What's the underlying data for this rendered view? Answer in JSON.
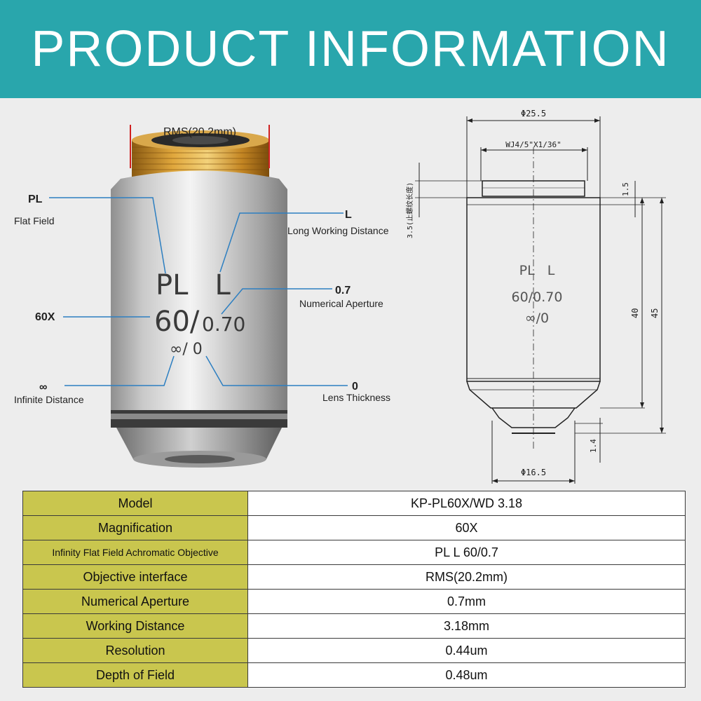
{
  "banner": {
    "title": "PRODUCT INFORMATION",
    "background": "#29a6ac"
  },
  "lens": {
    "rms_label": "RMS(20.2mm)",
    "engraving": {
      "line1": "PL   L",
      "mag": "60/",
      "na": "0.70",
      "line3": "∞/ 0"
    },
    "callouts": [
      {
        "title": "PL",
        "subtitle": "Flat Field"
      },
      {
        "title": "L",
        "subtitle": "Long Working Distance"
      },
      {
        "title": "0.7",
        "subtitle": "Numerical Aperture"
      },
      {
        "title": "60X",
        "subtitle": ""
      },
      {
        "title": "∞",
        "subtitle": "Infinite Distance"
      },
      {
        "title": "0",
        "subtitle": "Lens Thickness"
      }
    ]
  },
  "drawing": {
    "diameter_top": "Φ25.5",
    "thread": "WJ4/5\"X1/36\"",
    "side_note": "3.5(止螺纹长度)",
    "dim_1_5": "1.5",
    "dim_40": "40",
    "dim_45": "45",
    "dim_1_4": "1.4",
    "diameter_bottom": "Φ16.5",
    "engraving": {
      "line1": "PL   L",
      "line2": "60/0.70",
      "line3": "∞/0"
    }
  },
  "table": {
    "label_color": "#c9c64e",
    "rows": [
      {
        "label": "Model",
        "value": "KP-PL60X/WD 3.18"
      },
      {
        "label": "Magnification",
        "value": "60X"
      },
      {
        "label": "Infinity Flat Field Achromatic Objective",
        "value": "PL L 60/0.7"
      },
      {
        "label": "Objective interface",
        "value": "RMS(20.2mm)"
      },
      {
        "label": "Numerical Aperture",
        "value": "0.7mm"
      },
      {
        "label": "Working Distance",
        "value": "3.18mm"
      },
      {
        "label": "Resolution",
        "value": "0.44um"
      },
      {
        "label": "Depth of Field",
        "value": "0.48um"
      }
    ]
  }
}
